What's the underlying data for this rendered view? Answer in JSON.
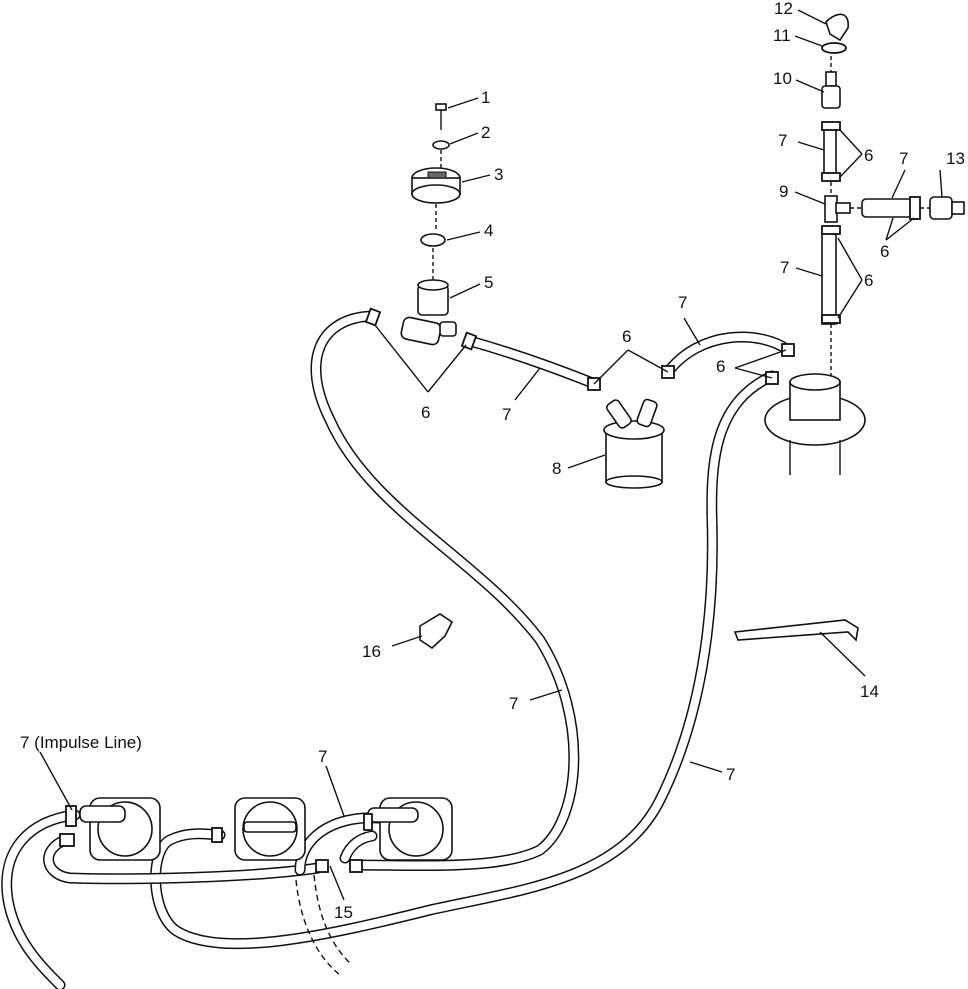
{
  "labels": {
    "p1": "1",
    "p2": "2",
    "p3": "3",
    "p4": "4",
    "p5": "5",
    "p6a": "6",
    "p6b": "6",
    "p6c": "6",
    "p6d": "6",
    "p6e": "6",
    "p6f": "6",
    "p7a": "7",
    "p7b": "7",
    "p7c": "7",
    "p7d": "7",
    "p7e": "7",
    "p7f": "7",
    "p7g": "7",
    "p7h": "7",
    "p7impulse": "7 (Impulse Line)",
    "p8": "8",
    "p9": "9",
    "p10": "10",
    "p11": "11",
    "p12": "12",
    "p13": "13",
    "p14": "14",
    "p15": "15",
    "p16": "16"
  }
}
